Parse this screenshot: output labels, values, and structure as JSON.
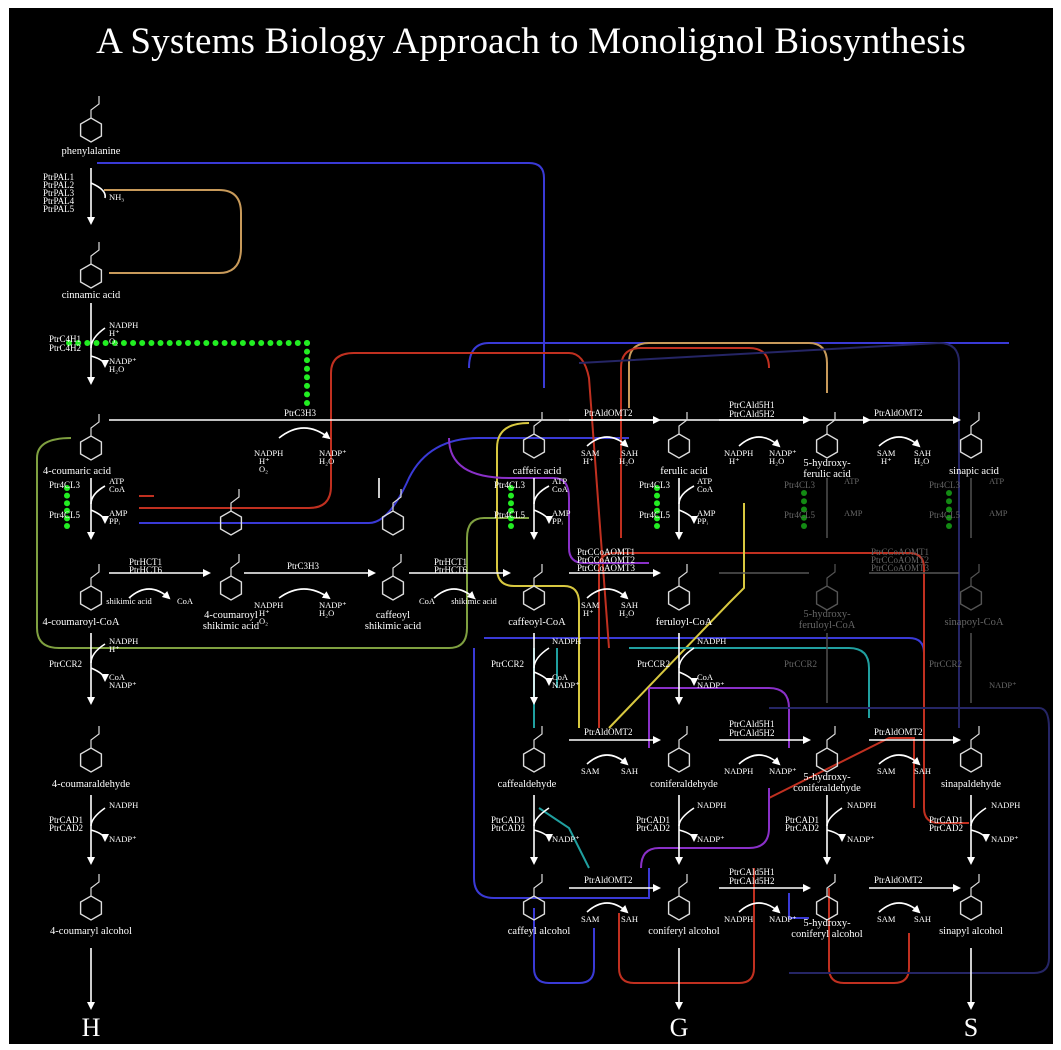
{
  "title": "A Systems Biology Approach to Monolignol Biosynthesis",
  "colors": {
    "background": "#000000",
    "text": "#ffffff",
    "flux_arrows": "#ffffff",
    "reg_blue": "#3a3ad6",
    "reg_tan": "#c89a5a",
    "reg_red": "#c03020",
    "reg_green": "#7fa040",
    "reg_yellow": "#d8c840",
    "reg_teal": "#20a0a0",
    "reg_purple": "#8a30c8",
    "reg_navy": "#252565",
    "complex_green_dots": "#22ee22"
  },
  "lineages": {
    "h": "H",
    "g": "G",
    "s": "S"
  },
  "left_column": {
    "phenylalanine": "phenylalanine",
    "cinnamic_acid": "cinnamic acid",
    "coumaric_acid": "4-coumaric acid",
    "coumaroyl_coa": "4-coumaroyl-CoA",
    "coumaraldehyde": "4-coumaraldehyde",
    "coumaryl_alcohol": "4-coumaryl alcohol"
  },
  "shikimate": {
    "coumaroyl_shikimic": [
      "4-coumaroyl",
      "shikimic acid"
    ],
    "caffeoyl_shikimic": [
      "caffeoyl",
      "shikimic acid"
    ],
    "shikimic_acid": "shikimic acid"
  },
  "acid_row": {
    "caffeic_acid": "caffeic acid",
    "ferulic_acid": "ferulic acid",
    "hydroxyferulic": [
      "5-hydroxy-",
      "ferulic acid"
    ],
    "sinapic_acid": "sinapic acid"
  },
  "coa_row": {
    "caffeoyl_coa": "caffeoyl-CoA",
    "feruloyl_coa": "feruloyl-CoA",
    "hydroxyferuloyl_coa": [
      "5-hydroxy-",
      "feruloyl-CoA"
    ],
    "sinapoyl_coa": "sinapoyl-CoA"
  },
  "aldehyde_row": {
    "caffealdehyde": "caffealdehyde",
    "coniferaldehyde": "coniferaldehyde",
    "hydroxyconiferaldehyde": [
      "5-hydroxy-",
      "coniferaldehyde"
    ],
    "sinapaldehyde": "sinapaldehyde"
  },
  "alcohol_row": {
    "caffeyl_alcohol": "caffeyl alcohol",
    "coniferyl_alcohol": "coniferyl alcohol",
    "hydroxyconiferyl_alcohol": [
      "5-hydroxy-",
      "coniferyl alcohol"
    ],
    "sinapyl_alcohol": "sinapyl alcohol"
  },
  "enzymes": {
    "pal": [
      "PtrPAL1",
      "PtrPAL2",
      "PtrPAL3",
      "PtrPAL4",
      "PtrPAL5"
    ],
    "c4h": [
      "PtrC4H1",
      "PtrC4H2"
    ],
    "c3h": "PtrC3H3",
    "cl": [
      "Ptr4CL3",
      "Ptr4CL5"
    ],
    "hct": [
      "PtrHCT1",
      "PtrHCT6"
    ],
    "ccoaomt": [
      "PtrCCoAOMT1",
      "PtrCCoAOMT2",
      "PtrCCoAOMT3"
    ],
    "ccr": "PtrCCR2",
    "comt": "PtrAldOMT2",
    "cald5h": [
      "PtrCAld5H1",
      "PtrCAld5H2"
    ],
    "cad": [
      "PtrCAD1",
      "PtrCAD2"
    ]
  },
  "cofactors": {
    "nadph": "NADPH",
    "nadp": "NADP⁺",
    "h": "H⁺",
    "o2": "O₂",
    "h2o": "H₂O",
    "nh3": "NH₃",
    "atp": "ATP",
    "coa": "CoA",
    "amp": "AMP",
    "ppi": "PPᵢ",
    "sam": "SAM",
    "sah": "SAH",
    "coa_out": "CoA"
  }
}
